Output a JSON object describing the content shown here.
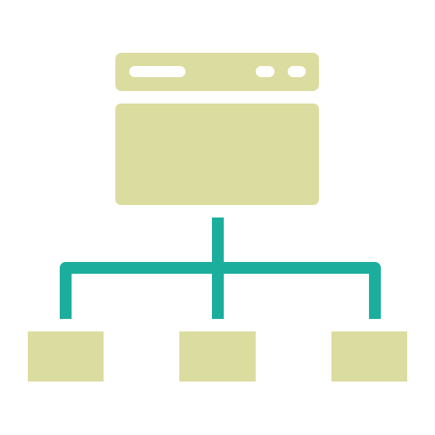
{
  "icon": {
    "name": "website-sitemap-icon",
    "colors": {
      "background": "#ffffff",
      "block_fill": "#dbdc9f",
      "connector": "#1bae9d",
      "window_detail": "#ffffff"
    },
    "parts": {
      "top_node": "browser-window-icon",
      "child_nodes": [
        "child-node-left",
        "child-node-center",
        "child-node-right"
      ]
    }
  }
}
